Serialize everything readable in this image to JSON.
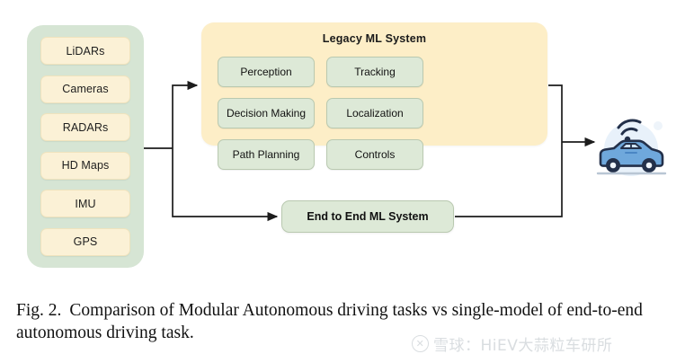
{
  "figure": {
    "sensors": {
      "panel_name": "sensor-inputs-panel",
      "items": [
        {
          "label": "LiDARs"
        },
        {
          "label": "Cameras"
        },
        {
          "label": "RADARs"
        },
        {
          "label": "HD Maps"
        },
        {
          "label": "IMU"
        },
        {
          "label": "GPS"
        }
      ]
    },
    "legacy": {
      "title": "Legacy ML System",
      "tasks": [
        {
          "label": "Perception"
        },
        {
          "label": "Tracking"
        },
        {
          "label": "Decision Making"
        },
        {
          "label": "Localization"
        },
        {
          "label": "Path Planning"
        },
        {
          "label": "Controls"
        }
      ]
    },
    "end_to_end": {
      "title": "End to End ML System"
    },
    "output": {
      "icon": "connected-car-icon",
      "antenna_icon": "wifi-signal-icon"
    },
    "colors": {
      "sensor_panel_bg": "#d6e5d4",
      "sensor_item_bg": "#fbf1d6",
      "legacy_panel_bg": "#fdeec7",
      "task_box_bg": "#dde9d7",
      "task_box_border": "#b9c9b0",
      "connector": "#1c1c1c",
      "car_body": "#6fa8dc",
      "car_outline": "#23304a"
    }
  },
  "caption": {
    "figure_label": "Fig. 2.",
    "text": "Comparison of Modular Autonomous driving tasks vs single-model of end-to-end autonomous driving task."
  },
  "watermark": {
    "logo_glyph": "✕",
    "text": "雪球：HiEV大蒜粒车研所"
  }
}
